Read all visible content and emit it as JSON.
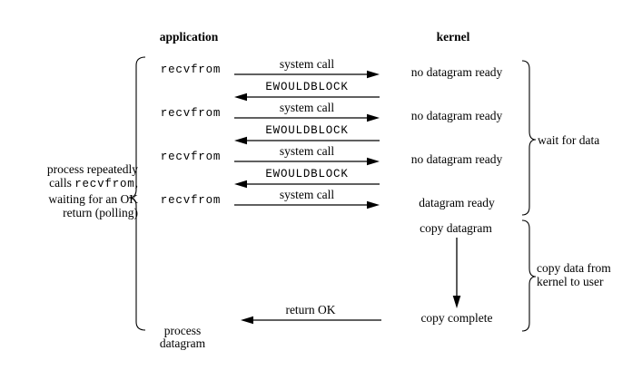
{
  "headers": {
    "application": "application",
    "kernel": "kernel"
  },
  "cycles": [
    {
      "call": "recvfrom",
      "syscall_label": "system call",
      "kernel_state": "no datagram ready",
      "return_label": "EWOULDBLOCK"
    },
    {
      "call": "recvfrom",
      "syscall_label": "system call",
      "kernel_state": "no datagram ready",
      "return_label": "EWOULDBLOCK"
    },
    {
      "call": "recvfrom",
      "syscall_label": "system call",
      "kernel_state": "no datagram ready",
      "return_label": "EWOULDBLOCK"
    },
    {
      "call": "recvfrom",
      "syscall_label": "system call",
      "kernel_state": "datagram ready"
    }
  ],
  "completion": {
    "copy_datagram": "copy datagram",
    "copy_complete": "copy complete",
    "return_label": "return OK"
  },
  "left_note": {
    "line1": "process repeatedly",
    "line2_prefix": "calls ",
    "line2_code": "recvfrom",
    "line2_suffix": ",",
    "line3": "waiting for an OK",
    "line4": "return (polling)"
  },
  "bottom_note": {
    "line1": "process",
    "line2": "datagram"
  },
  "braces": {
    "wait_label": "wait for data",
    "copy_label_line1": "copy data from",
    "copy_label_line2": "kernel to user"
  },
  "colors": {
    "ink": "#000000",
    "background": "#ffffff"
  }
}
